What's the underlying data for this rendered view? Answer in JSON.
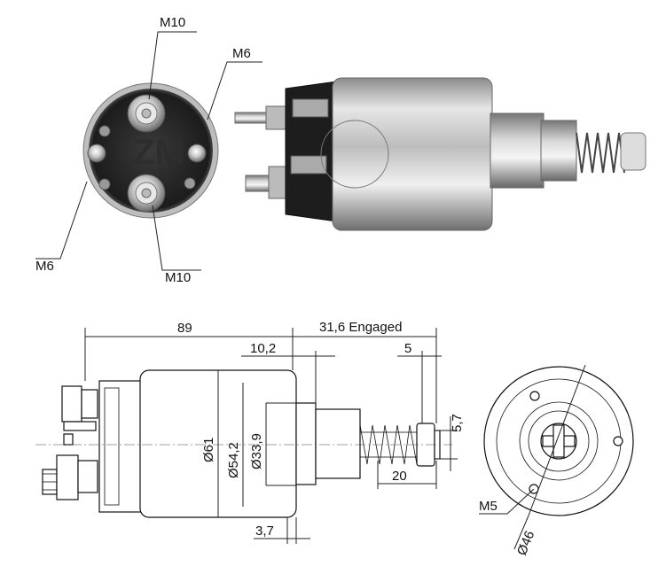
{
  "photo_labels": {
    "top_left_m10": "M10",
    "top_right_m6": "M6",
    "bottom_left_m6": "M6",
    "bottom_m10": "M10"
  },
  "dimensions": {
    "overall_length": "89",
    "engaged_stroke": "31,6 Engaged",
    "flange_offset": "10,2",
    "plunger_end": "5",
    "plunger_width": "5,7",
    "spring_length": "20",
    "body_diameter": "Ø61",
    "inner_diameter": "Ø54,2",
    "nose_diameter": "Ø33,9",
    "flange_thickness": "3,7"
  },
  "end_view_labels": {
    "mount_thread": "M5",
    "mount_circle": "Ø46"
  }
}
